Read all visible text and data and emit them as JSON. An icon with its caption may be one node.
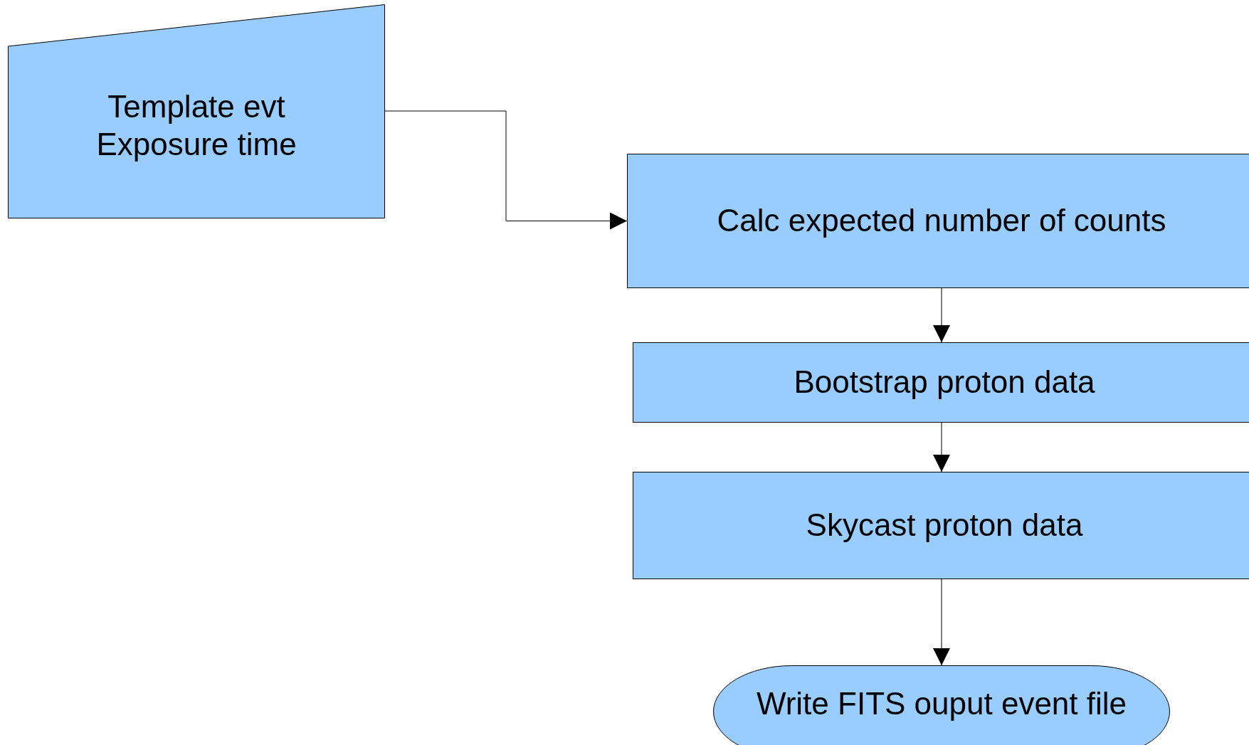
{
  "diagram": {
    "nodes": [
      {
        "text": [
          "Template evt Exposure time"
        ]
      },
      {
        "text": [
          "Calc expected number of counts"
        ]
      },
      {
        "text": [
          "Bootstrap proton data"
        ]
      },
      {
        "text": [
          "Skycast proton data"
        ]
      },
      {
        "text": [
          "Write FITS ouput event file"
        ]
      }
    ],
    "edges": [
      {
        "from": 0,
        "to": 1,
        "arrow": "to"
      },
      {
        "from": 1,
        "to": 2,
        "arrow": "to"
      },
      {
        "from": 2,
        "to": 3,
        "arrow": "to"
      },
      {
        "from": 3,
        "to": 4,
        "arrow": "to"
      }
    ]
  }
}
